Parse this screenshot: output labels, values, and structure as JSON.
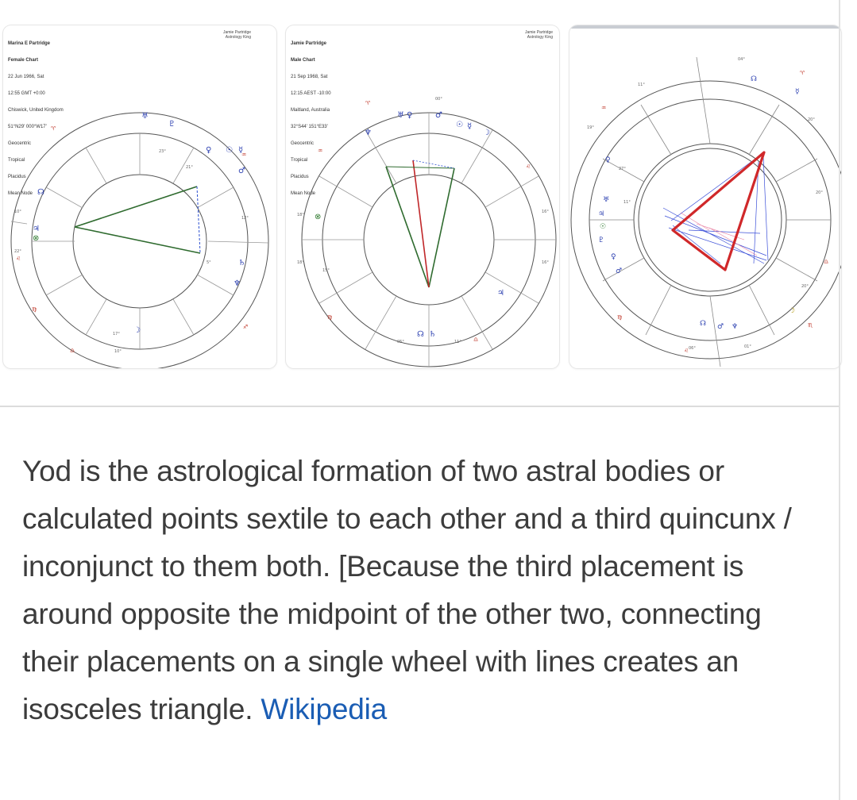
{
  "charts": [
    {
      "header_lines": [
        "Marina E Partridge",
        "Female Chart",
        "22 Jun 1966, Sat",
        "12:55 GMT +0:00",
        "Chiswick, United Kingdom",
        "51°N29' 000°W17'",
        "Geocentric",
        "Tropical",
        "Placidus",
        "Mean Node"
      ],
      "credit_lines": [
        "Jamie Partridge",
        "Astrology King"
      ]
    },
    {
      "header_lines": [
        "Jamie Partridge",
        "Male Chart",
        "21 Sep 1968, Sat",
        "12:15 AEST -10:00",
        "Maitland, Australia",
        "32°S44' 151°E33'",
        "Geocentric",
        "Tropical",
        "Placidus",
        "Mean Node"
      ],
      "credit_lines": [
        "Jamie Partridge",
        "Astrology King"
      ]
    },
    {
      "header_lines": [],
      "credit_lines": []
    }
  ],
  "snippet": {
    "text": "Yod is the astrological formation of two astral bodies or calculated points sextile to each other and a third quincunx / inconjunct to them both. [Because the third placement is around opposite the midpoint of the other two, connecting their placements on a single wheel with lines creates an isosceles triangle.",
    "source_link": "Wikipedia"
  },
  "colors": {
    "link": "#1a5db4",
    "body_text": "#3c3c3c",
    "yod_green": "#2f6b2f",
    "yod_red": "#d0282a",
    "aspect_blue": "#3b4fd8"
  },
  "icons": [
    "aries-glyph",
    "leo-glyph",
    "sun-glyph",
    "moon-glyph",
    "mercury-glyph",
    "venus-glyph",
    "mars-glyph",
    "jupiter-glyph",
    "saturn-glyph",
    "uranus-glyph",
    "neptune-glyph",
    "pluto-glyph",
    "node-glyph"
  ]
}
